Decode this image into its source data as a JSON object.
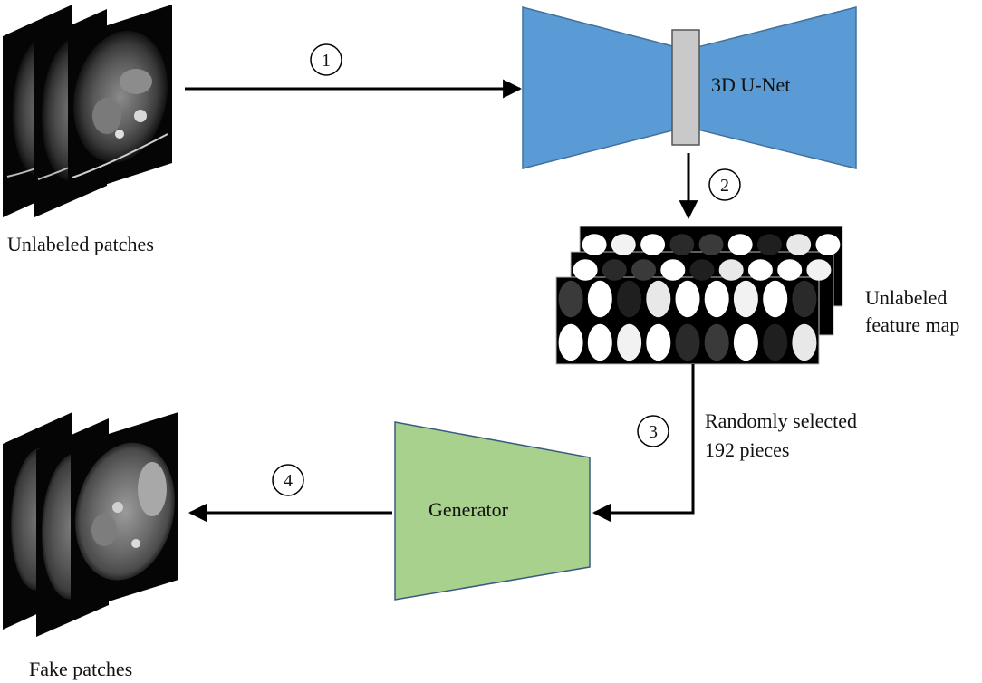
{
  "diagram": {
    "unet_label": "3D U-Net",
    "generator_label": "Generator",
    "unlabeled_patches_label": "Unlabeled patches",
    "feature_map_label_line1": "Unlabeled",
    "feature_map_label_line2": "feature map",
    "selection_label_line1": "Randomly selected",
    "selection_label_line2": "192 pieces",
    "fake_patches_label": "Fake patches",
    "steps": [
      "1",
      "2",
      "3",
      "4"
    ],
    "colors": {
      "unet_fill": "#5b9bd5",
      "unet_stroke": "#41719c",
      "bottleneck_fill": "#c9c9c9",
      "generator_fill": "#a9d18e",
      "generator_stroke": "#548235",
      "arrow": "#000000"
    }
  }
}
